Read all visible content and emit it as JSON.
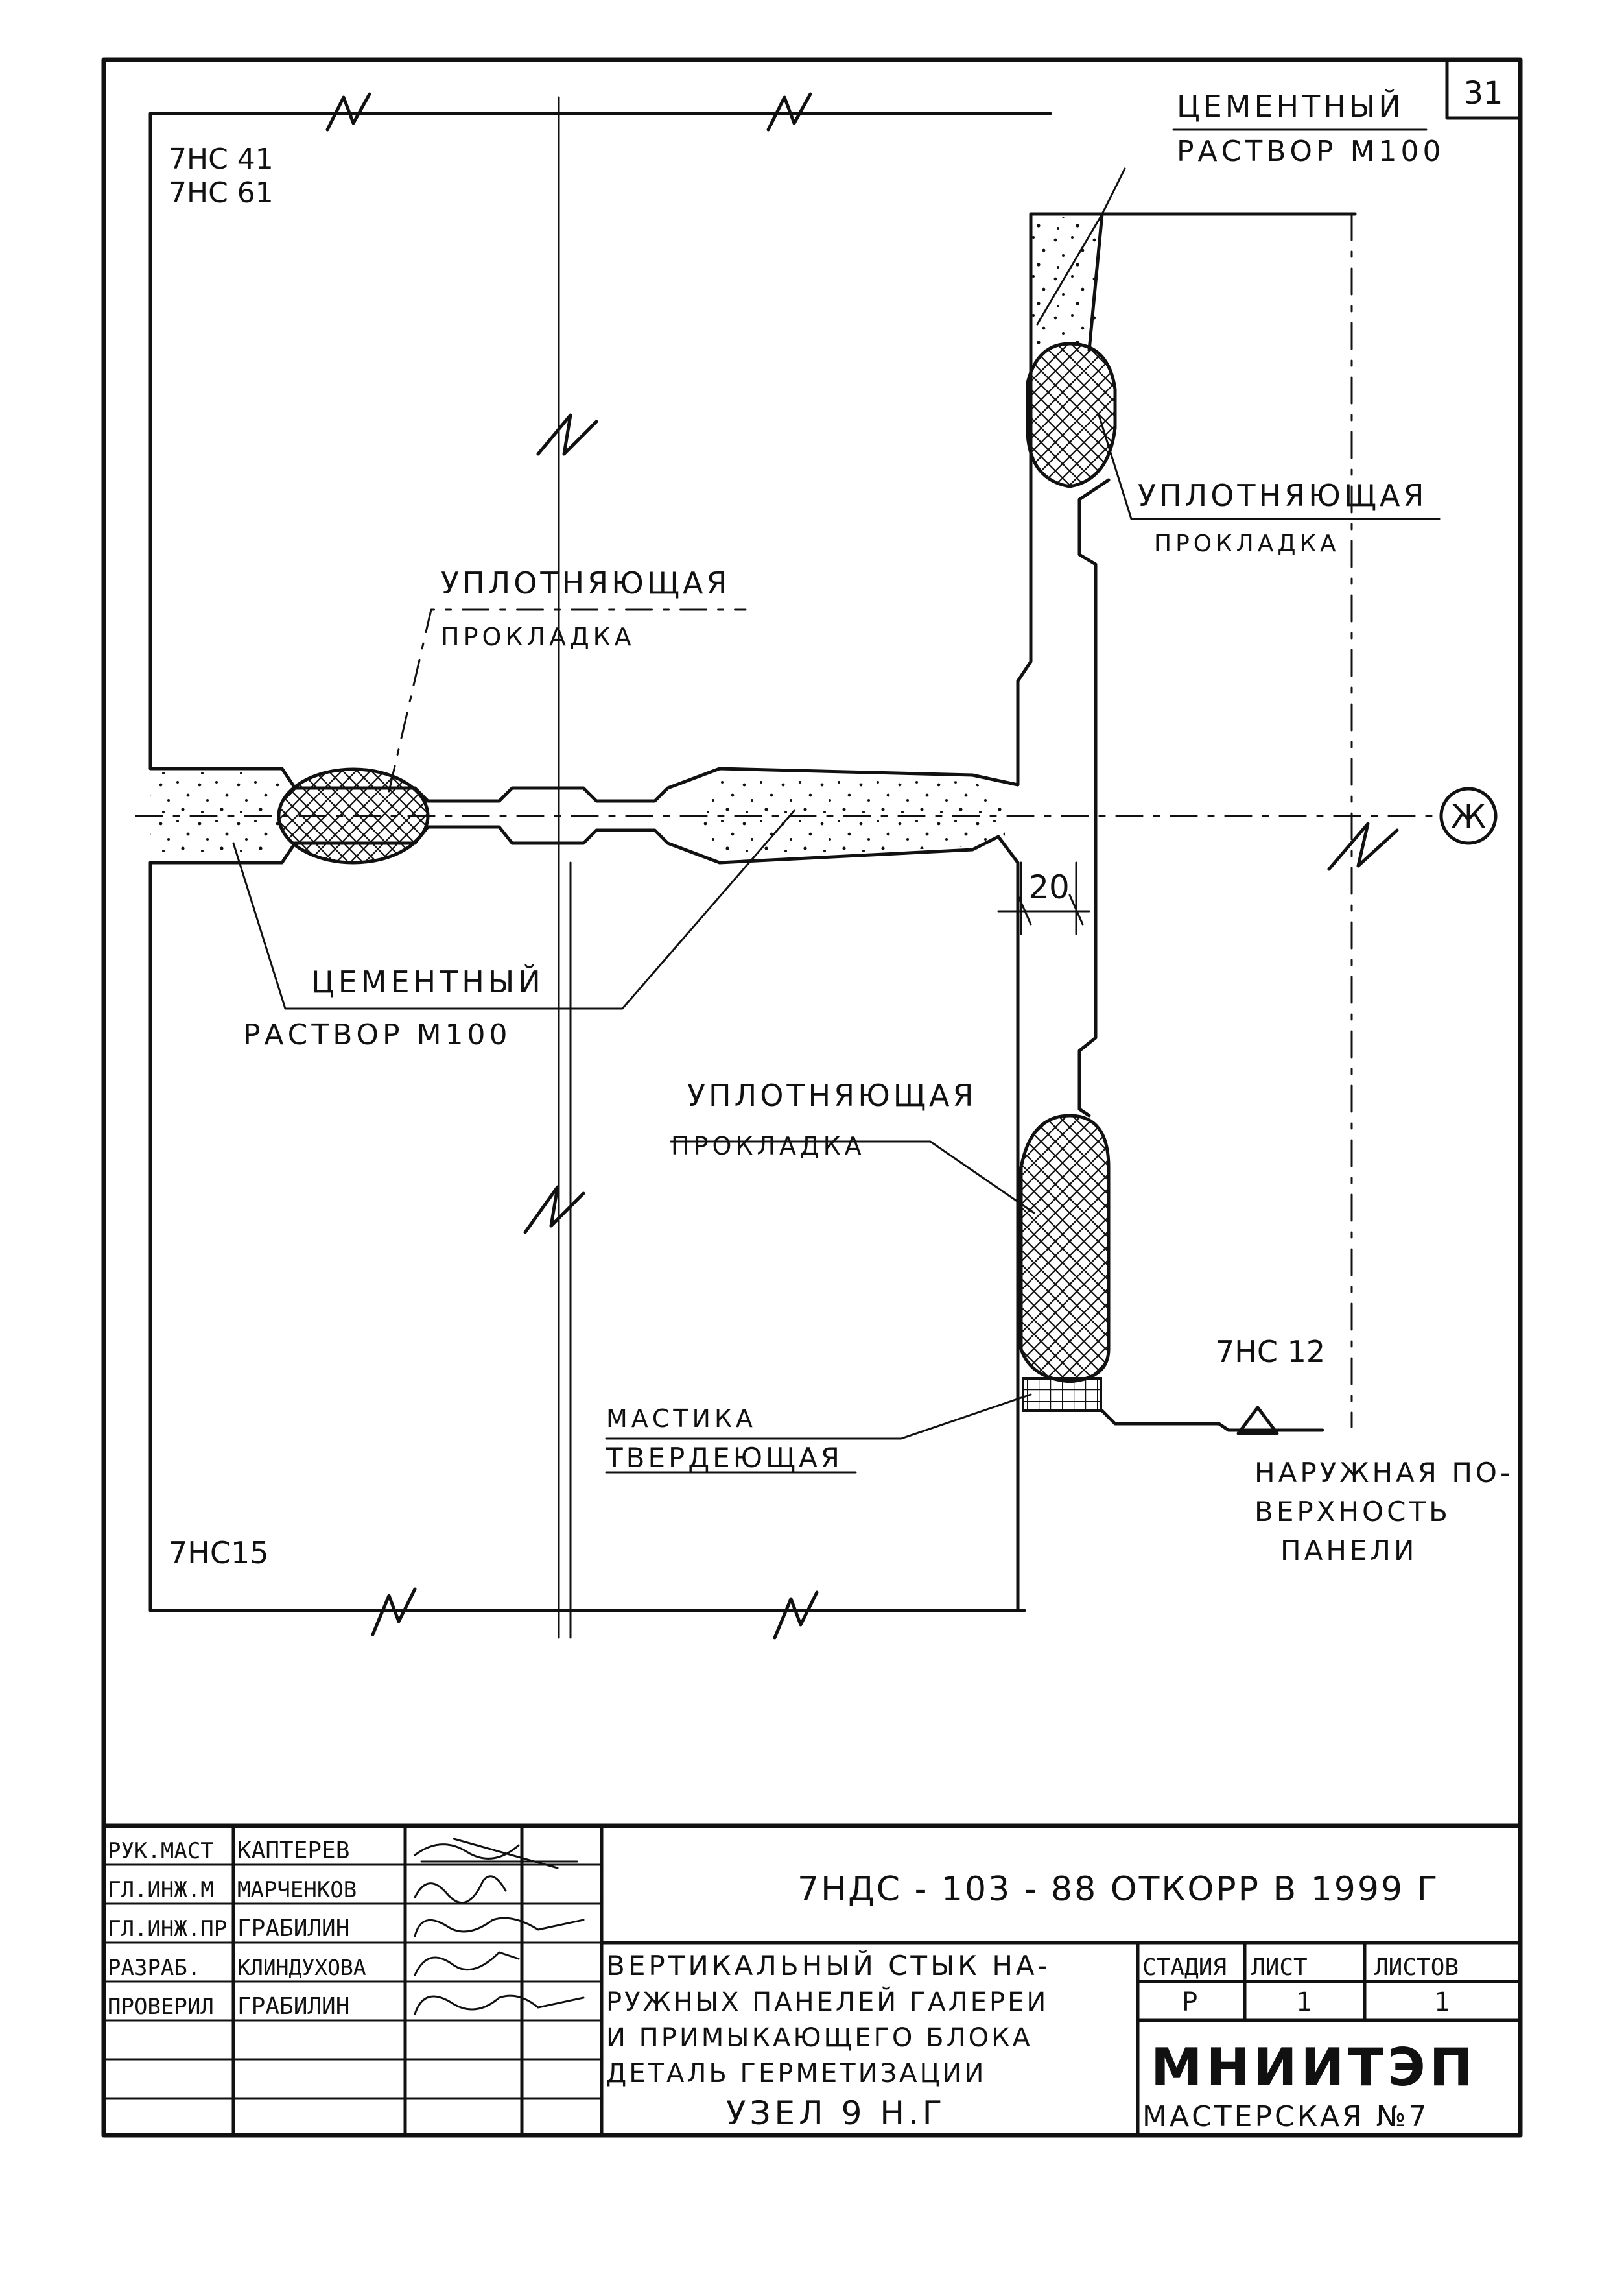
{
  "sheet_number": "31",
  "panel_labels": {
    "top_left": [
      "7НС 41",
      "7НС 61"
    ],
    "bottom_left": "7НС15",
    "bottom_right": "7НС 12"
  },
  "callouts": {
    "cement_top": [
      "ЦЕМЕНТНЫЙ",
      "РАСТВОР М100"
    ],
    "seal_right": [
      "УПЛОТНЯЮЩАЯ",
      "ПРОКЛАДКА"
    ],
    "seal_left": [
      "УПЛОТНЯЮЩАЯ",
      "ПРОКЛАДКА"
    ],
    "cement_left": [
      "ЦЕМЕНТНЫЙ",
      "РАСТВОР М100"
    ],
    "seal_bottom": [
      "УПЛОТНЯЮЩАЯ",
      "ПРОКЛАДКА"
    ],
    "mastic": [
      "МАСТИКА",
      "ТВЕРДЕЮЩАЯ"
    ],
    "outer_surface": [
      "НАРУЖНАЯ ПО-",
      "ВЕРХНОСТЬ",
      "ПАНЕЛИ"
    ]
  },
  "dimension": "20",
  "axis_marker": "Ж",
  "title_block": {
    "roles": [
      "РУК.МАСТ",
      "ГЛ.ИНЖ.М",
      "ГЛ.ИНЖ.ПР",
      "РАЗРАБ.",
      "ПРОВЕРИЛ"
    ],
    "names": [
      "КАПТЕРЕВ",
      "МАРЧЕНКОВ",
      "ГРАБИЛИН",
      "КЛИНДУХОВА",
      "ГРАБИЛИН"
    ],
    "document_code": "7НДС - 103 - 88  ОТКОРР В 1999 Г",
    "description": [
      "ВЕРТИКАЛЬНЫЙ СТЫК НА-",
      "РУЖНЫХ ПАНЕЛЕЙ ГАЛЕРЕИ",
      "И ПРИМЫКАЮЩЕГО БЛОКА",
      "ДЕТАЛЬ ГЕРМЕТИЗАЦИИ"
    ],
    "node": "УЗЕЛ 9 Н.Г",
    "stage_label": "СТАДИЯ",
    "sheet_label": "ЛИСТ",
    "sheets_label": "ЛИСТОВ",
    "stage_value": "Р",
    "sheet_value": "1",
    "sheets_value": "1",
    "organization": "МНИИТЭП",
    "workshop": "МАСТЕРСКАЯ №7"
  }
}
